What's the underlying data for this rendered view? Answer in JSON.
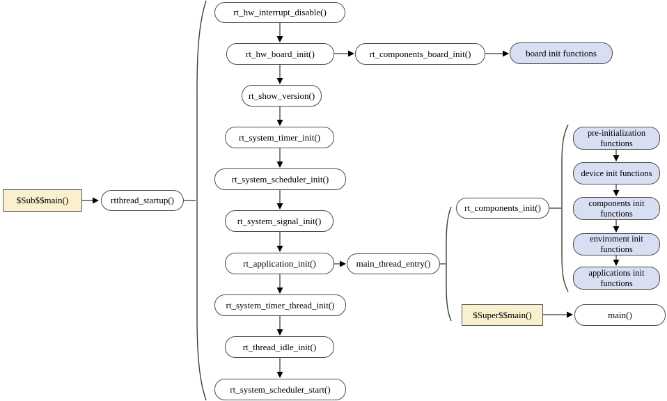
{
  "colors": {
    "blue_fill": "#d9dff2",
    "yellow_fill": "#fbf0cd",
    "node_border": "#4a4a4a",
    "connector_line": "#595959",
    "arrowhead": "#000000"
  },
  "nodes": {
    "sub_main": {
      "label": "$Sub$$main()"
    },
    "rtthread_startup": {
      "label": "rtthread_startup()"
    },
    "rt_hw_interrupt_disable": {
      "label": "rt_hw_interrupt_disable()"
    },
    "rt_hw_board_init": {
      "label": "rt_hw_board_init()"
    },
    "rt_components_board_init": {
      "label": "rt_components_board_init()"
    },
    "board_init_functions": {
      "label": "board init functions"
    },
    "rt_show_version": {
      "label": "rt_show_version()"
    },
    "rt_system_timer_init": {
      "label": "rt_system_timer_init()"
    },
    "rt_system_scheduler_init": {
      "label": "rt_system_scheduler_init()"
    },
    "rt_system_signal_init": {
      "label": "rt_system_signal_init()"
    },
    "rt_application_init": {
      "label": "rt_application_init()"
    },
    "main_thread_entry": {
      "label": "main_thread_entry()"
    },
    "rt_system_timer_thread_init": {
      "label": "rt_system_timer_thread_init()"
    },
    "rt_thread_idle_init": {
      "label": "rt_thread_idle_init()"
    },
    "rt_system_scheduler_start": {
      "label": "rt_system_scheduler_start()"
    },
    "rt_components_init": {
      "label": "rt_components_init()"
    },
    "pre_init": {
      "label": "pre-initialization functions"
    },
    "device_init": {
      "label": "device init functions"
    },
    "components_init": {
      "label": "components init functions"
    },
    "environment_init": {
      "label": "enviroment init functions"
    },
    "applications_init": {
      "label": "applications init functions"
    },
    "super_main": {
      "label": "$Super$$main()"
    },
    "main_fn": {
      "label": "main()"
    }
  }
}
